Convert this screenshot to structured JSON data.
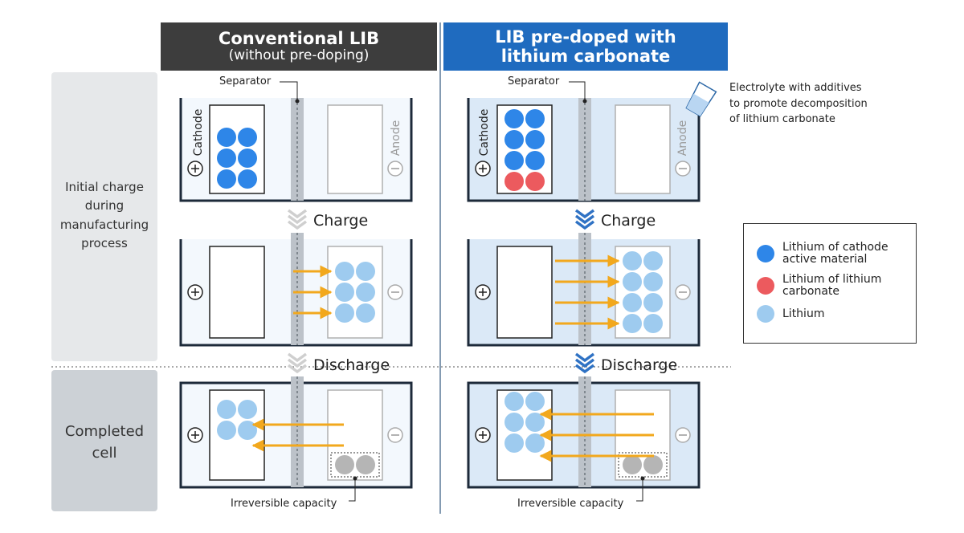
{
  "headers": {
    "left": {
      "line1": "Conventional LIB",
      "line2": "(without pre-doping)"
    },
    "right": {
      "line1": "LIB pre-doped with",
      "line2": "lithium carbonate"
    }
  },
  "side_labels": {
    "stage1": [
      "Initial charge",
      "during",
      "manufacturing",
      "process"
    ],
    "stage2": [
      "Completed",
      "cell"
    ]
  },
  "labels": {
    "separator": "Separator",
    "cathode": "Cathode",
    "anode": "Anode",
    "charge": "Charge",
    "discharge": "Discharge",
    "irreversible_capacity": "Irreversible capacity",
    "plus": "+",
    "minus": "−"
  },
  "note": [
    "Electrolyte with additives",
    "to promote decomposition",
    "of lithium carbonate"
  ],
  "legend": [
    {
      "label": "Lithium of cathode active material",
      "color": "#2e86e8"
    },
    {
      "label": "Lithium of lithium carbonate",
      "color": "#ec5a5e"
    },
    {
      "label": "Lithium",
      "color": "#9ecbef"
    }
  ],
  "colors": {
    "cathode_li": "#2e86e8",
    "carbonate_li": "#ec5a5e",
    "lithium": "#9ecbef",
    "irreversible": "#b5b5b5",
    "arrow": "#f2a81d",
    "left_header": "#3d3d3d",
    "right_header": "#1f6bbf",
    "electrolyte_right": "#dbe9f7",
    "electrolyte_left": "#f3f8fd",
    "separator": "#bcc2c9"
  },
  "panels": {
    "conventional": {
      "initial": {
        "cathode": {
          "cathode_li": 6,
          "carbonate_li": 0,
          "lithium": 0
        },
        "anode": {
          "lithium": 0,
          "irreversible": 0
        }
      },
      "charged": {
        "cathode": {
          "cathode_li": 0,
          "carbonate_li": 0,
          "lithium": 0
        },
        "anode": {
          "lithium": 6,
          "irreversible": 0
        },
        "arrows": 3,
        "arrow_direction": "to-anode"
      },
      "completed": {
        "cathode": {
          "cathode_li": 0,
          "carbonate_li": 0,
          "lithium": 4
        },
        "anode": {
          "lithium": 0,
          "irreversible": 2
        },
        "arrows": 2,
        "arrow_direction": "to-cathode"
      }
    },
    "predoped": {
      "initial": {
        "cathode": {
          "cathode_li": 6,
          "carbonate_li": 2,
          "lithium": 0
        },
        "anode": {
          "lithium": 0,
          "irreversible": 0
        }
      },
      "charged": {
        "cathode": {
          "cathode_li": 0,
          "carbonate_li": 0,
          "lithium": 0
        },
        "anode": {
          "lithium": 8,
          "irreversible": 0
        },
        "arrows": 4,
        "arrow_direction": "to-anode"
      },
      "completed": {
        "cathode": {
          "cathode_li": 0,
          "carbonate_li": 0,
          "lithium": 6
        },
        "anode": {
          "lithium": 0,
          "irreversible": 2
        },
        "arrows": 3,
        "arrow_direction": "to-cathode"
      }
    }
  }
}
